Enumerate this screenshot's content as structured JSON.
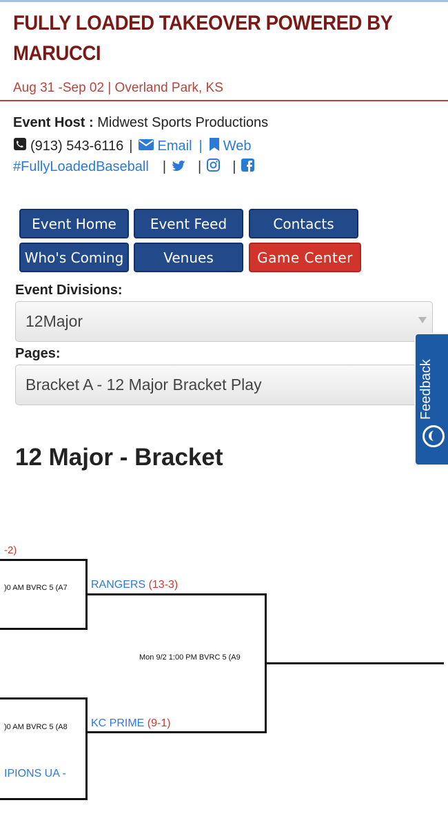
{
  "event": {
    "title": "FULLY LOADED TAKEOVER POWERED BY MARUCCI",
    "subtitle": "Aug 31 -Sep 02 | Overland Park, KS"
  },
  "host": {
    "label": "Event Host :",
    "name": "Midwest Sports Productions",
    "phone": "(913) 543-6116",
    "email_label": "Email",
    "web_label": "Web",
    "hashtag": "#FullyLoadedBaseball",
    "separator": "|"
  },
  "nav": {
    "event_home": "Event Home",
    "event_feed": "Event Feed",
    "contacts": "Contacts",
    "whos_coming": "Who's Coming",
    "venues": "Venues",
    "game_center": "Game Center"
  },
  "filters": {
    "divisions_label": "Event Divisions:",
    "division_value": "12Major",
    "pages_label": "Pages:",
    "page_value": "Bracket A - 12 Major Bracket Play"
  },
  "feedback": {
    "label": "Feedback"
  },
  "bracket": {
    "heading": "12 Major - Bracket",
    "top_fragment": "-2)",
    "game_a7_info": ")0 AM BVRC 5   (A7",
    "game_a8_info": ")0 AM BVRC 5   (A8",
    "team1_name": "RANGERS",
    "team1_record": "(13-3)",
    "team2_name": "KC PRIME",
    "team2_record": "(9-1)",
    "game_a9_info": "Mon 9/2 1:00 PM BVRC 5   (A9",
    "bottom_fragment": "IPIONS UA -"
  },
  "colors": {
    "title": "#7a1a17",
    "accent_red": "#d1342a",
    "nav_blue": "#224a8b",
    "link_blue": "#2a7ad6"
  }
}
